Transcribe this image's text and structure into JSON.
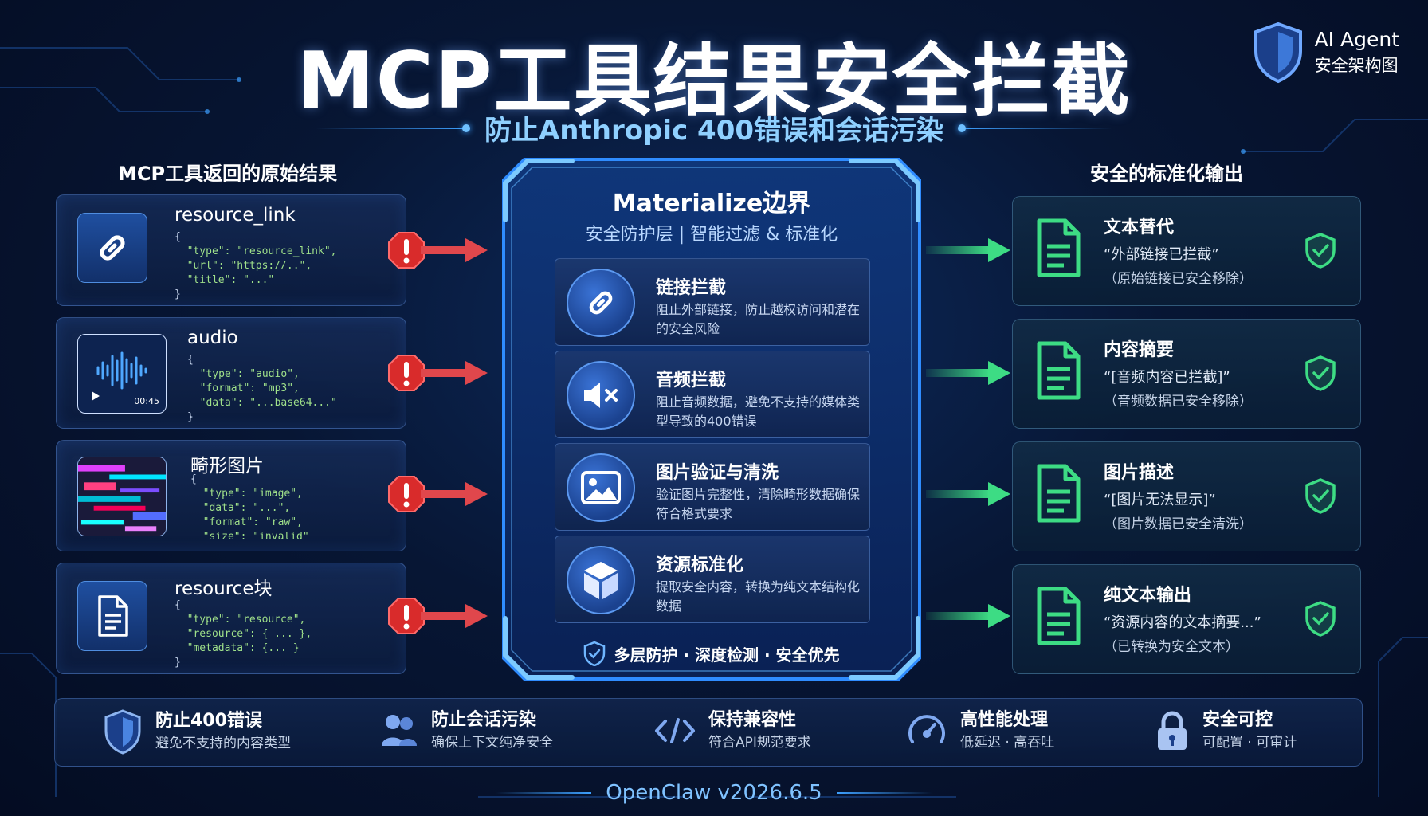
{
  "title": "MCP工具结果安全拦截",
  "subtitle": "防止Anthropic 400错误和会话污染",
  "brand": {
    "line1": "AI Agent",
    "line2": "安全架构图",
    "icon": "shield-icon"
  },
  "left_column": {
    "title": "MCP工具返回的原始结果",
    "cards": [
      {
        "name": "resource_link",
        "icon": "link-icon",
        "code": [
          "{",
          "  \"type\": \"resource_link\",",
          "  \"url\": \"https://..\",",
          "  \"title\": \"...\"",
          "}"
        ]
      },
      {
        "name": "audio",
        "icon": "audio-waveform-icon",
        "duration": "00:45",
        "code": [
          "{",
          "  \"type\": \"audio\",",
          "  \"format\": \"mp3\",",
          "  \"data\": \"...base64...\"",
          "}"
        ]
      },
      {
        "name": "畸形图片",
        "icon": "glitched-image-icon",
        "code": [
          "{",
          "  \"type\": \"image\",",
          "  \"data\": \"...\",",
          "  \"format\": \"raw\",",
          "  \"size\": \"invalid\""
        ]
      },
      {
        "name": "resource块",
        "icon": "document-icon",
        "code": [
          "{",
          "  \"type\": \"resource\",",
          "  \"resource\": { ... },",
          "  \"metadata\": {... }",
          "}"
        ]
      }
    ]
  },
  "center": {
    "title": "Materialize边界",
    "subtitle": "安全防护层 | 智能过滤 & 标准化",
    "features": [
      {
        "title": "链接拦截",
        "desc": "阻止外部链接，防止越权访问和潜在的安全风险",
        "icon": "link-icon"
      },
      {
        "title": "音频拦截",
        "desc": "阻止音频数据，避免不支持的媒体类型导致的400错误",
        "icon": "mute-speaker-icon"
      },
      {
        "title": "图片验证与清洗",
        "desc": "验证图片完整性，清除畸形数据确保符合格式要求",
        "icon": "image-icon"
      },
      {
        "title": "资源标准化",
        "desc": "提取安全内容，转换为纯文本结构化数据",
        "icon": "cube-icon"
      }
    ],
    "footer": "多层防护 · 深度检测 · 安全优先"
  },
  "right_column": {
    "title": "安全的标准化输出",
    "cards": [
      {
        "title": "文本替代",
        "line1": "“外部链接已拦截”",
        "line2": "（原始链接已安全移除）"
      },
      {
        "title": "内容摘要",
        "line1": "“[音频内容已拦截]”",
        "line2": "（音频数据已安全移除）"
      },
      {
        "title": "图片描述",
        "line1": "“[图片无法显示]”",
        "line2": "（图片数据已安全清洗）"
      },
      {
        "title": "纯文本输出",
        "line1": "“资源内容的文本摘要...”",
        "line2": "（已转换为安全文本）"
      }
    ]
  },
  "benefits": [
    {
      "title": "防止400错误",
      "desc": "避免不支持的内容类型",
      "icon": "shield-icon"
    },
    {
      "title": "防止会话污染",
      "desc": "确保上下文纯净安全",
      "icon": "users-icon"
    },
    {
      "title": "保持兼容性",
      "desc": "符合API规范要求",
      "icon": "code-icon"
    },
    {
      "title": "高性能处理",
      "desc": "低延迟 · 高吞吐",
      "icon": "speedometer-icon"
    },
    {
      "title": "安全可控",
      "desc": "可配置 · 可审计",
      "icon": "lock-icon"
    }
  ],
  "footer": "OpenClaw  v2026.6.5",
  "colors": {
    "accent": "#3da0ff",
    "warning": "#d92b2b",
    "safe": "#3ddc84",
    "background": "#071634"
  }
}
